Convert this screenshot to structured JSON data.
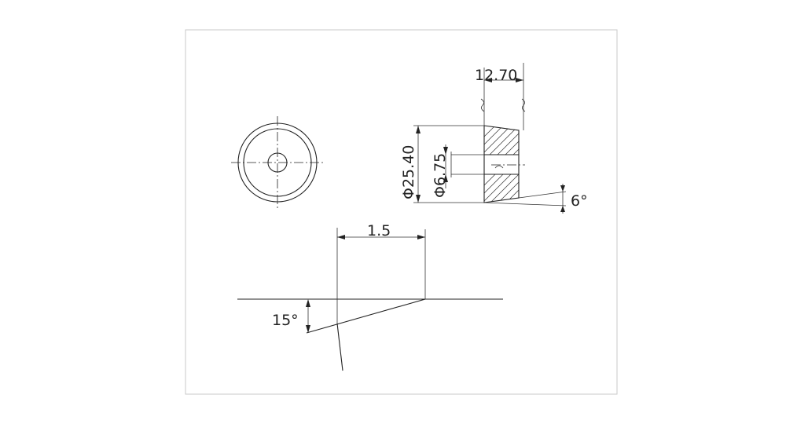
{
  "drawing": {
    "dimensions": {
      "width_label": "12.70",
      "outer_diameter_label": "Φ25.40",
      "inner_diameter_label": "Φ6.75",
      "taper_angle_label": "6°",
      "chamfer_length_label": "1.5",
      "chamfer_angle_label": "15°"
    }
  }
}
